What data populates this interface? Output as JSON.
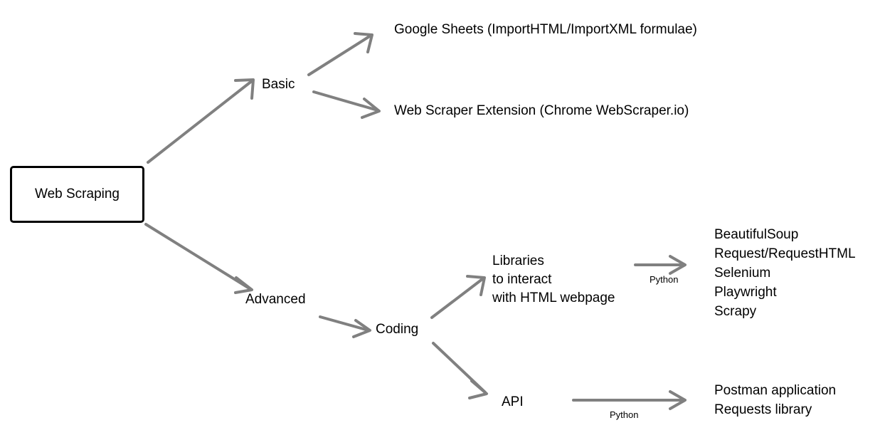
{
  "diagram": {
    "title": "Web Scraping",
    "arrow_color": "#808080",
    "node_text_color": "#000000",
    "root": {
      "label": "Web Scraping"
    },
    "nodes": {
      "basic": "Basic",
      "advanced": "Advanced",
      "coding": "Coding",
      "libraries": "Libraries\nto interact\nwith HTML webpage",
      "api": "API"
    },
    "leaves": {
      "google_sheets": "Google Sheets (ImportHTML/ImportXML formulae)",
      "web_scraper_extension": "Web Scraper Extension (Chrome WebScraper.io)",
      "python_libraries": [
        "BeautifulSoup",
        "Request/RequestHTML",
        "Selenium",
        "Playwright",
        "Scrapy"
      ],
      "api_tools": [
        "Postman application",
        "Requests library"
      ]
    },
    "edge_labels": {
      "python_libraries": "Python",
      "python_api": "Python"
    }
  }
}
